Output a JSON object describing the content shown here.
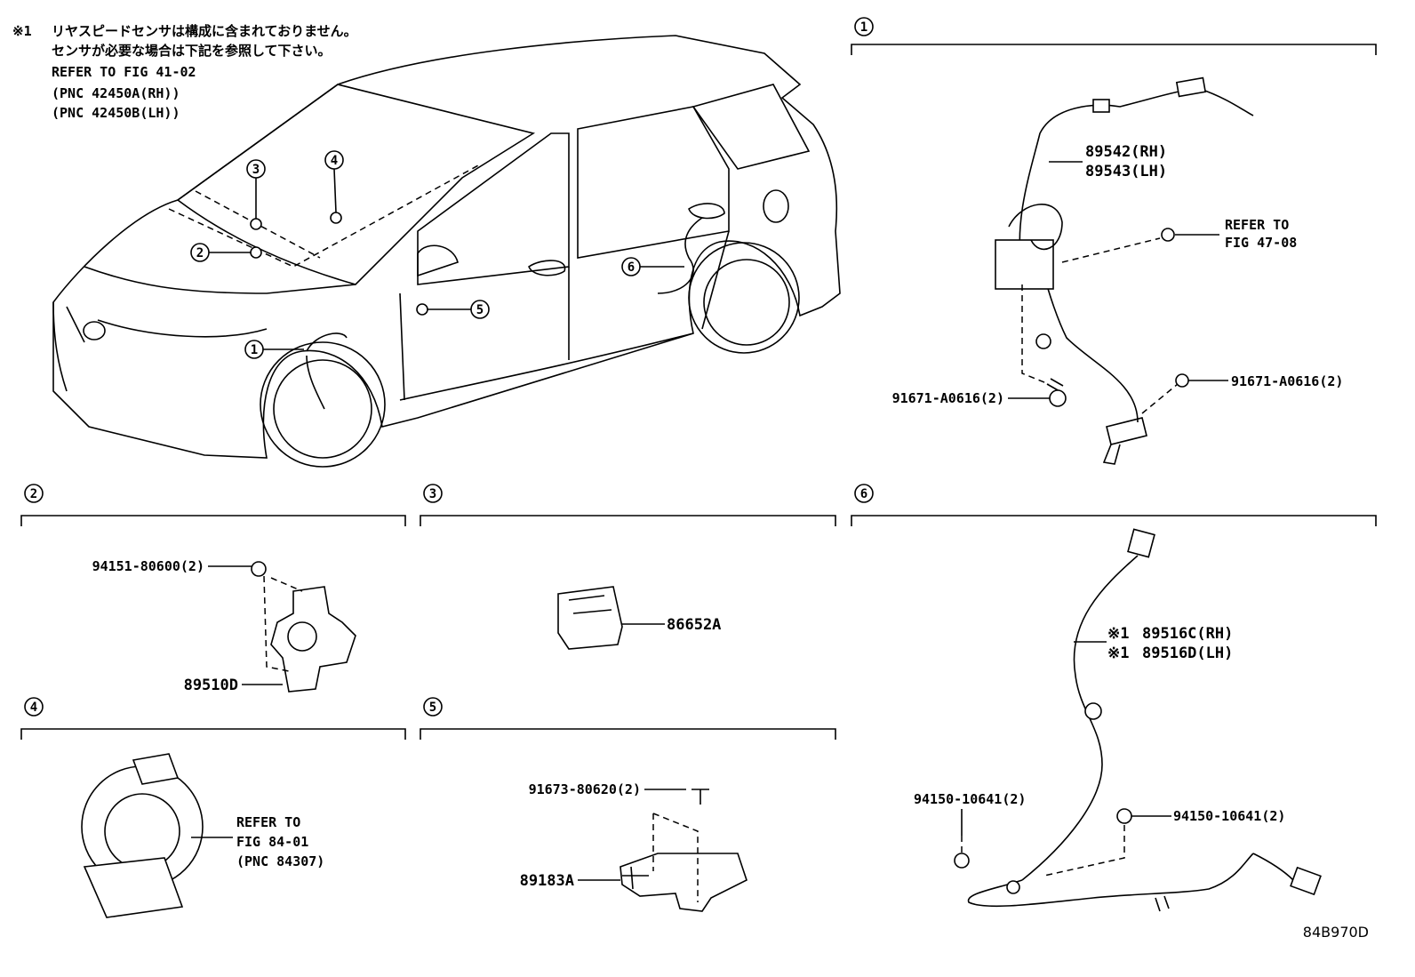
{
  "note": {
    "mark": "※1",
    "line1": "リヤスピードセンサは構成に含まれておりません。",
    "line2": "センサが必要な場合は下記を参照して下さい。",
    "line3": "REFER TO FIG 41-02",
    "line4": "(PNC 42450A(RH))",
    "line5": "(PNC 42450B(LH))"
  },
  "callouts": [
    "1",
    "2",
    "3",
    "4",
    "5",
    "6"
  ],
  "panel1": {
    "num": "1",
    "part_rh": "89542(RH)",
    "part_lh": "89543(LH)",
    "ref_line1": "REFER TO",
    "ref_line2": "FIG 47-08",
    "bolt_left": "91671-A0616(2)",
    "bolt_right": "91671-A0616(2)"
  },
  "panel2": {
    "num": "2",
    "nut": "94151-80600(2)",
    "part": "89510D"
  },
  "panel3": {
    "num": "3",
    "part": "86652A"
  },
  "panel4": {
    "num": "4",
    "ref_line1": "REFER TO",
    "ref_line2": "FIG 84-01",
    "ref_line3": "(PNC 84307)"
  },
  "panel5": {
    "num": "5",
    "bolt": "91673-80620(2)",
    "part": "89183A"
  },
  "panel6": {
    "num": "6",
    "mark": "※1",
    "part_rh": "89516C(RH)",
    "part_lh": "89516D(LH)",
    "clip_left": "94150-10641(2)",
    "clip_right": "94150-10641(2)"
  },
  "figure_id": "84B970D"
}
